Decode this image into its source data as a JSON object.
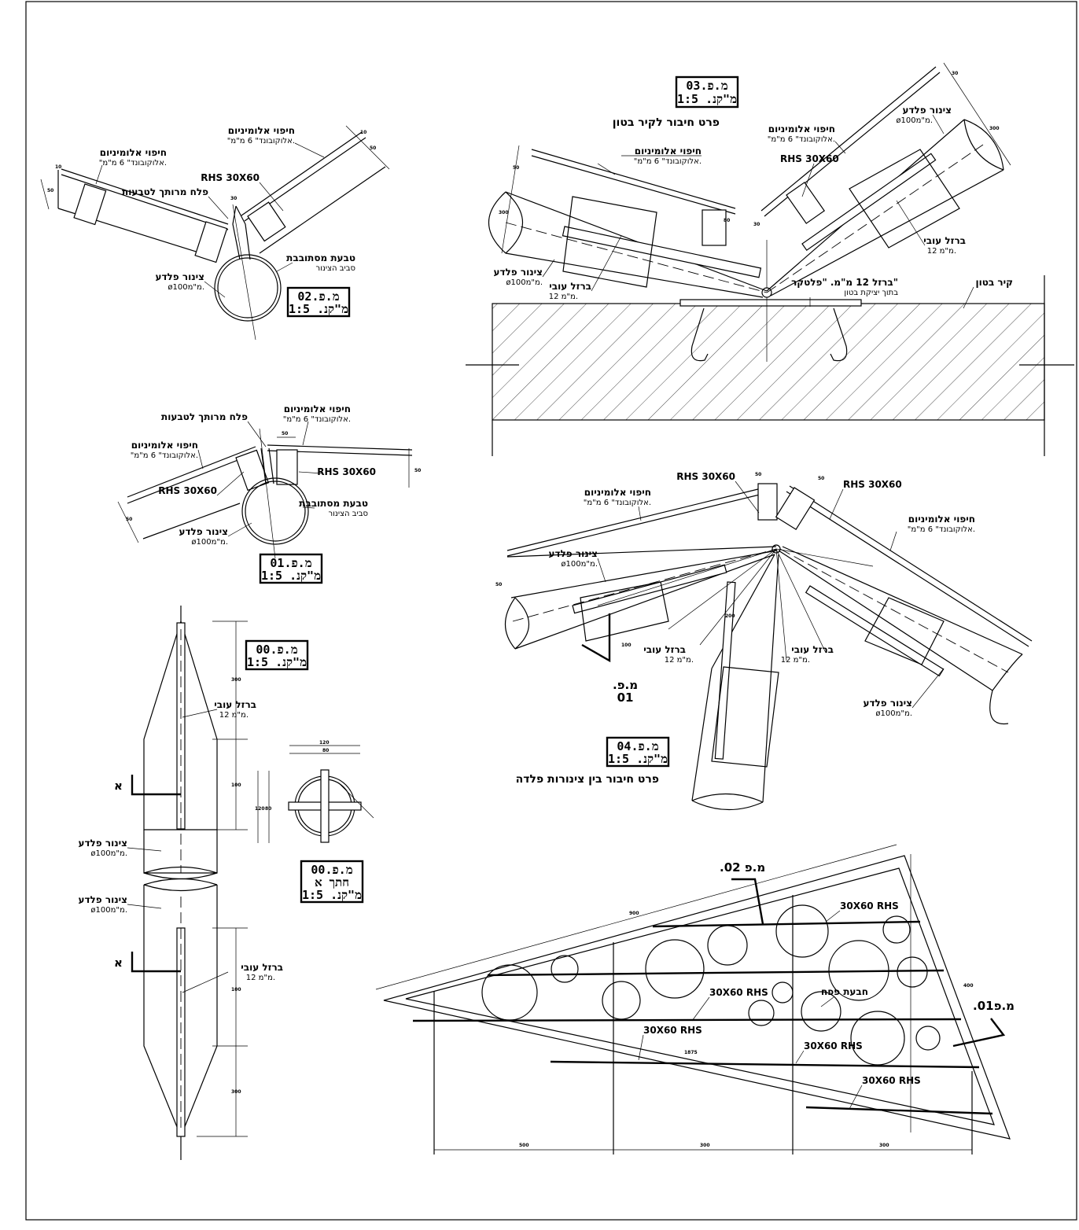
{
  "labels": {
    "alum_cover": "חיפוי אלומיניום",
    "alucobond": "\"אלוקובונד\" 6 מ\"מ.",
    "rhs": "RHS 30X60",
    "rhs_alt": "30X60 RHS",
    "plate_welded": "פלח מרותך לטבעות",
    "ring_rotating": "טבעת מסתובבת",
    "around_pipe": "סביב הצינור",
    "steel_pipe": "צינור פלדע",
    "pipe_dia": "ø100מ\"מ.",
    "rebar_thick": "ברזל עובי",
    "rebar_12": "12 מ\"מ.",
    "concrete_wall": "קיר בטון",
    "rebar_flatkar": "ברזל 12 מ\"מ. \"פלטקר\"",
    "inside_cast": "בתוך יציקת בטון",
    "ring_plate": "חבעת פפח",
    "section_marker": "א"
  },
  "details": {
    "d03": {
      "id": "03.מ.פ",
      "scale": "1:5 .מ\"קנ",
      "caption": "פרט חיבור לקיר בטון"
    },
    "d02": {
      "id": "02.מ.פ",
      "scale": "1:5 .מ\"קנ"
    },
    "d01": {
      "id": "01.מ.פ",
      "scale": "1:5 .מ\"קנ"
    },
    "d04": {
      "id": "04.מ.פ",
      "scale": "1:5 .מ\"קנ",
      "caption": "פרט חיבור בין צינורות פלדה"
    },
    "d00": {
      "id": "00.מ.פ",
      "scale": "1:5 .מ\"קנ"
    },
    "d00a": {
      "id": "00.מ.פ",
      "section": "חתך א",
      "scale": "1:5 .מ\"קנ"
    },
    "ref01": {
      "line1": ".מ.פ",
      "line2": "01"
    },
    "ref902": ".מ.פ 02",
    "ref901": ".מ.פ01"
  },
  "dims": {
    "d50": "50",
    "d30": "30",
    "d80": "80",
    "d100": "100",
    "d120": "120",
    "d200": "200",
    "d300": "300",
    "d500": "500",
    "d900": "900",
    "d1875": "1875",
    "d400": "400",
    "d10": "10"
  },
  "colors": {
    "line": "#000000",
    "paper": "#ffffff"
  }
}
